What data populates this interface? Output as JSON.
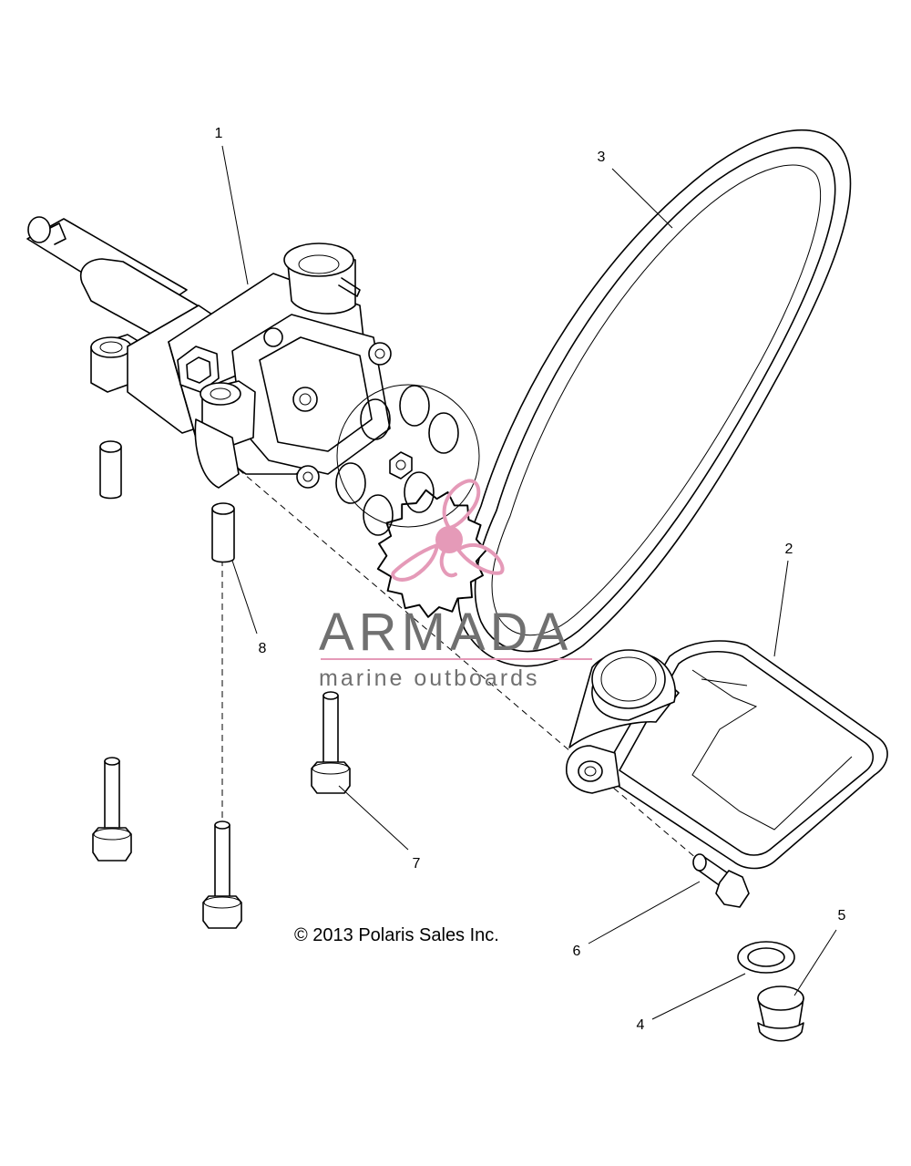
{
  "callouts": [
    "1",
    "2",
    "3",
    "4",
    "5",
    "6",
    "7",
    "8"
  ],
  "copyright": "© 2013 Polaris Sales Inc.",
  "watermark": {
    "name": "ARMADA",
    "tagline": "marine outboards",
    "accent_color": "#e59ab8",
    "text_color": "#707070"
  }
}
